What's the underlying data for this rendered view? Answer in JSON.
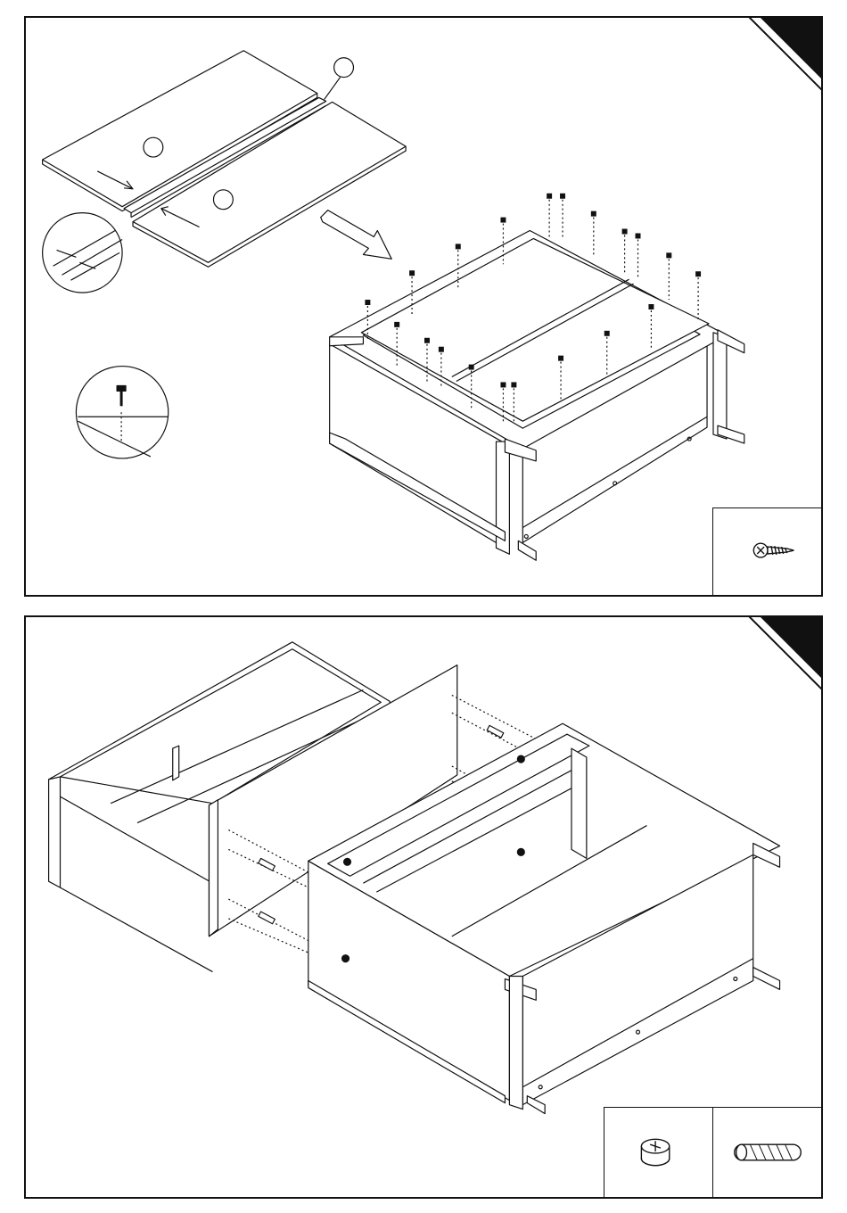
{
  "document": {
    "type": "assembly-instructions",
    "steps": [
      {
        "id": "step-top-panels",
        "callouts": [
          "",
          "",
          ""
        ],
        "hardware": [
          {
            "icon": "wood-screw-icon",
            "quantity": ""
          }
        ]
      },
      {
        "id": "step-drawer-assembly",
        "hardware": [
          {
            "icon": "cam-lock-icon",
            "quantity": ""
          },
          {
            "icon": "wooden-dowel-icon",
            "quantity": ""
          }
        ]
      }
    ]
  },
  "colors": {
    "line": "#111111",
    "background": "#ffffff",
    "corner_tab": "#111111",
    "hatch": "#555555"
  }
}
